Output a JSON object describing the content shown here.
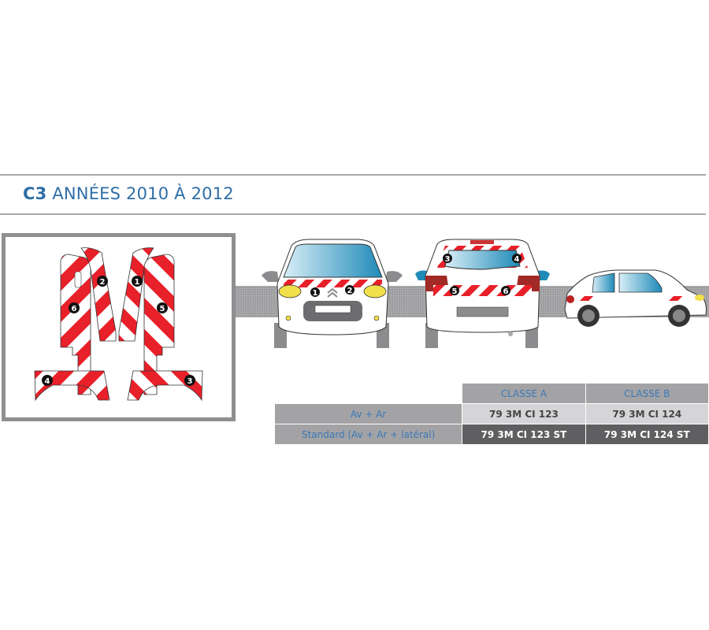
{
  "header": {
    "model": "C3",
    "years": "ANNÉES 2010 À 2012"
  },
  "pieces_panel": {
    "pieces": [
      {
        "number": "1",
        "position": "front-right"
      },
      {
        "number": "2",
        "position": "front-left"
      },
      {
        "number": "3",
        "position": "rear-top-left"
      },
      {
        "number": "4",
        "position": "rear-top-right"
      },
      {
        "number": "5",
        "position": "rear-bottom-left"
      },
      {
        "number": "6",
        "position": "rear-bottom-right"
      }
    ]
  },
  "views": {
    "front": {
      "labels": [
        "1",
        "2"
      ]
    },
    "rear": {
      "labels": [
        "3",
        "4",
        "5",
        "6"
      ]
    },
    "side": {
      "labels": []
    }
  },
  "colors": {
    "accent_blue": "#2f6ea7",
    "stripe_red": "#e8202a",
    "table_header": "#a3a3a5",
    "table_light": "#d5d5d7",
    "table_dark": "#5f5f61"
  },
  "table": {
    "columns": [
      "",
      "CLASSE A",
      "CLASSE B"
    ],
    "rows": [
      {
        "label": "Av + Ar",
        "classe_a": "79 3M CI 123",
        "classe_b": "79 3M CI 124"
      },
      {
        "label": "Standard (Av + Ar + latéral)",
        "classe_a": "79 3M CI 123 ST",
        "classe_b": "79 3M CI 124 ST"
      }
    ]
  }
}
